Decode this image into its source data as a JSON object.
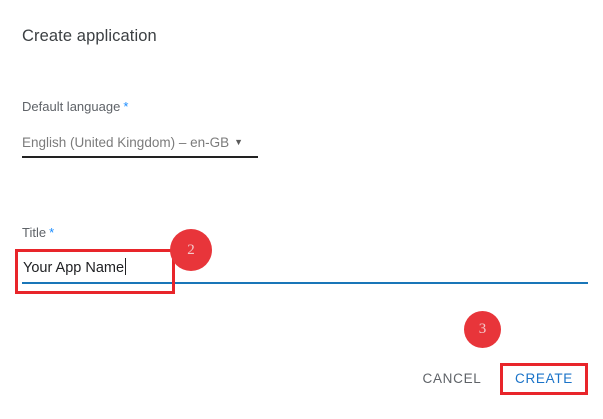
{
  "dialog": {
    "title": "Create application",
    "required_marker": "*"
  },
  "fields": {
    "language": {
      "label": "Default language",
      "required_marker": "*",
      "value": "English (United Kingdom) – en-GB",
      "caret_glyph": "▼",
      "options": [
        "English (United Kingdom) – en-GB"
      ]
    },
    "title": {
      "label": "Title",
      "required_marker": "*",
      "value": "Your App Name",
      "placeholder": ""
    }
  },
  "actions": {
    "cancel_label": "CANCEL",
    "create_label": "CREATE"
  },
  "annotations": {
    "badges": [
      {
        "number": "2",
        "target": "title-input"
      },
      {
        "number": "3",
        "target": "create-button"
      }
    ],
    "highlight_color": "#e8252a",
    "badge_color": "#e8353a"
  },
  "colors": {
    "accent_blue": "#1a73c8",
    "required_star": "#1a8cff",
    "focus_underline": "#1976b8",
    "text_primary": "#3c4043",
    "text_secondary": "#5f6368"
  }
}
